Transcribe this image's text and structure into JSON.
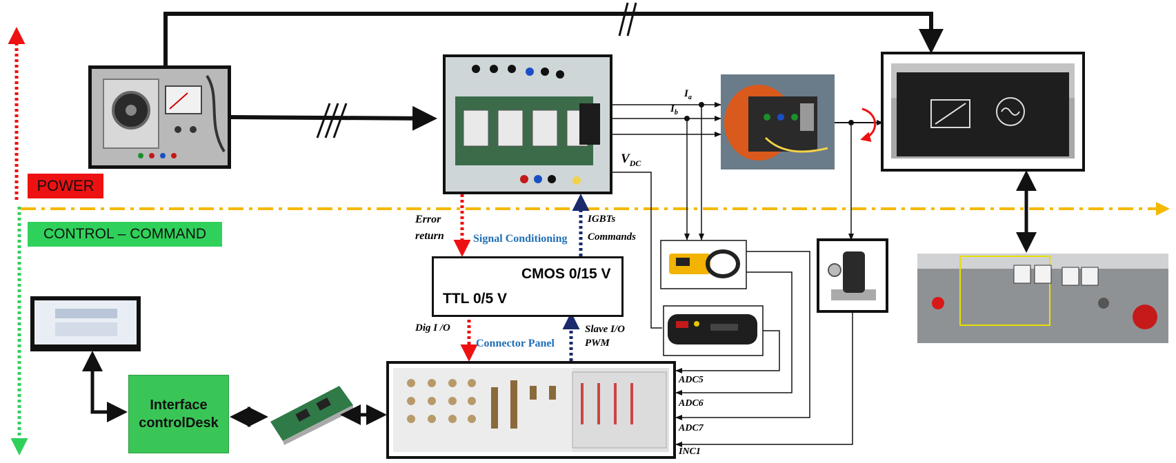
{
  "zones": {
    "power": "POWER",
    "control": "CONTROL – COMMAND"
  },
  "blocks": {
    "interface": "Interface controlDesk",
    "cmos": "CMOS 0/15 V",
    "ttl": "TTL 0/5 V"
  },
  "annotations": {
    "signal_conditioning": "Signal Conditioning",
    "connector_panel": "Connector Panel",
    "error_return_1": "Error",
    "error_return_2": "return",
    "igbt_1": "IGBTs",
    "igbt_2": "Commands",
    "dig_io": "Dig I /O",
    "slave_io_1": "Slave I/O",
    "slave_io_2": "PWM",
    "vdc": "V",
    "vdc_sub": "DC",
    "ia": "I",
    "ia_sub": "a",
    "ib": "I",
    "ib_sub": "b",
    "adc5": "ADC5",
    "adc6": "ADC6",
    "adc7": "ADC7",
    "inc1": "INC1"
  },
  "colors": {
    "power": "#ee1111",
    "control": "#2fd15a",
    "divider": "#f5b800",
    "arrow_red": "#ee1111",
    "arrow_navy": "#1a2a6c",
    "label_blue": "#1f6fb5"
  }
}
